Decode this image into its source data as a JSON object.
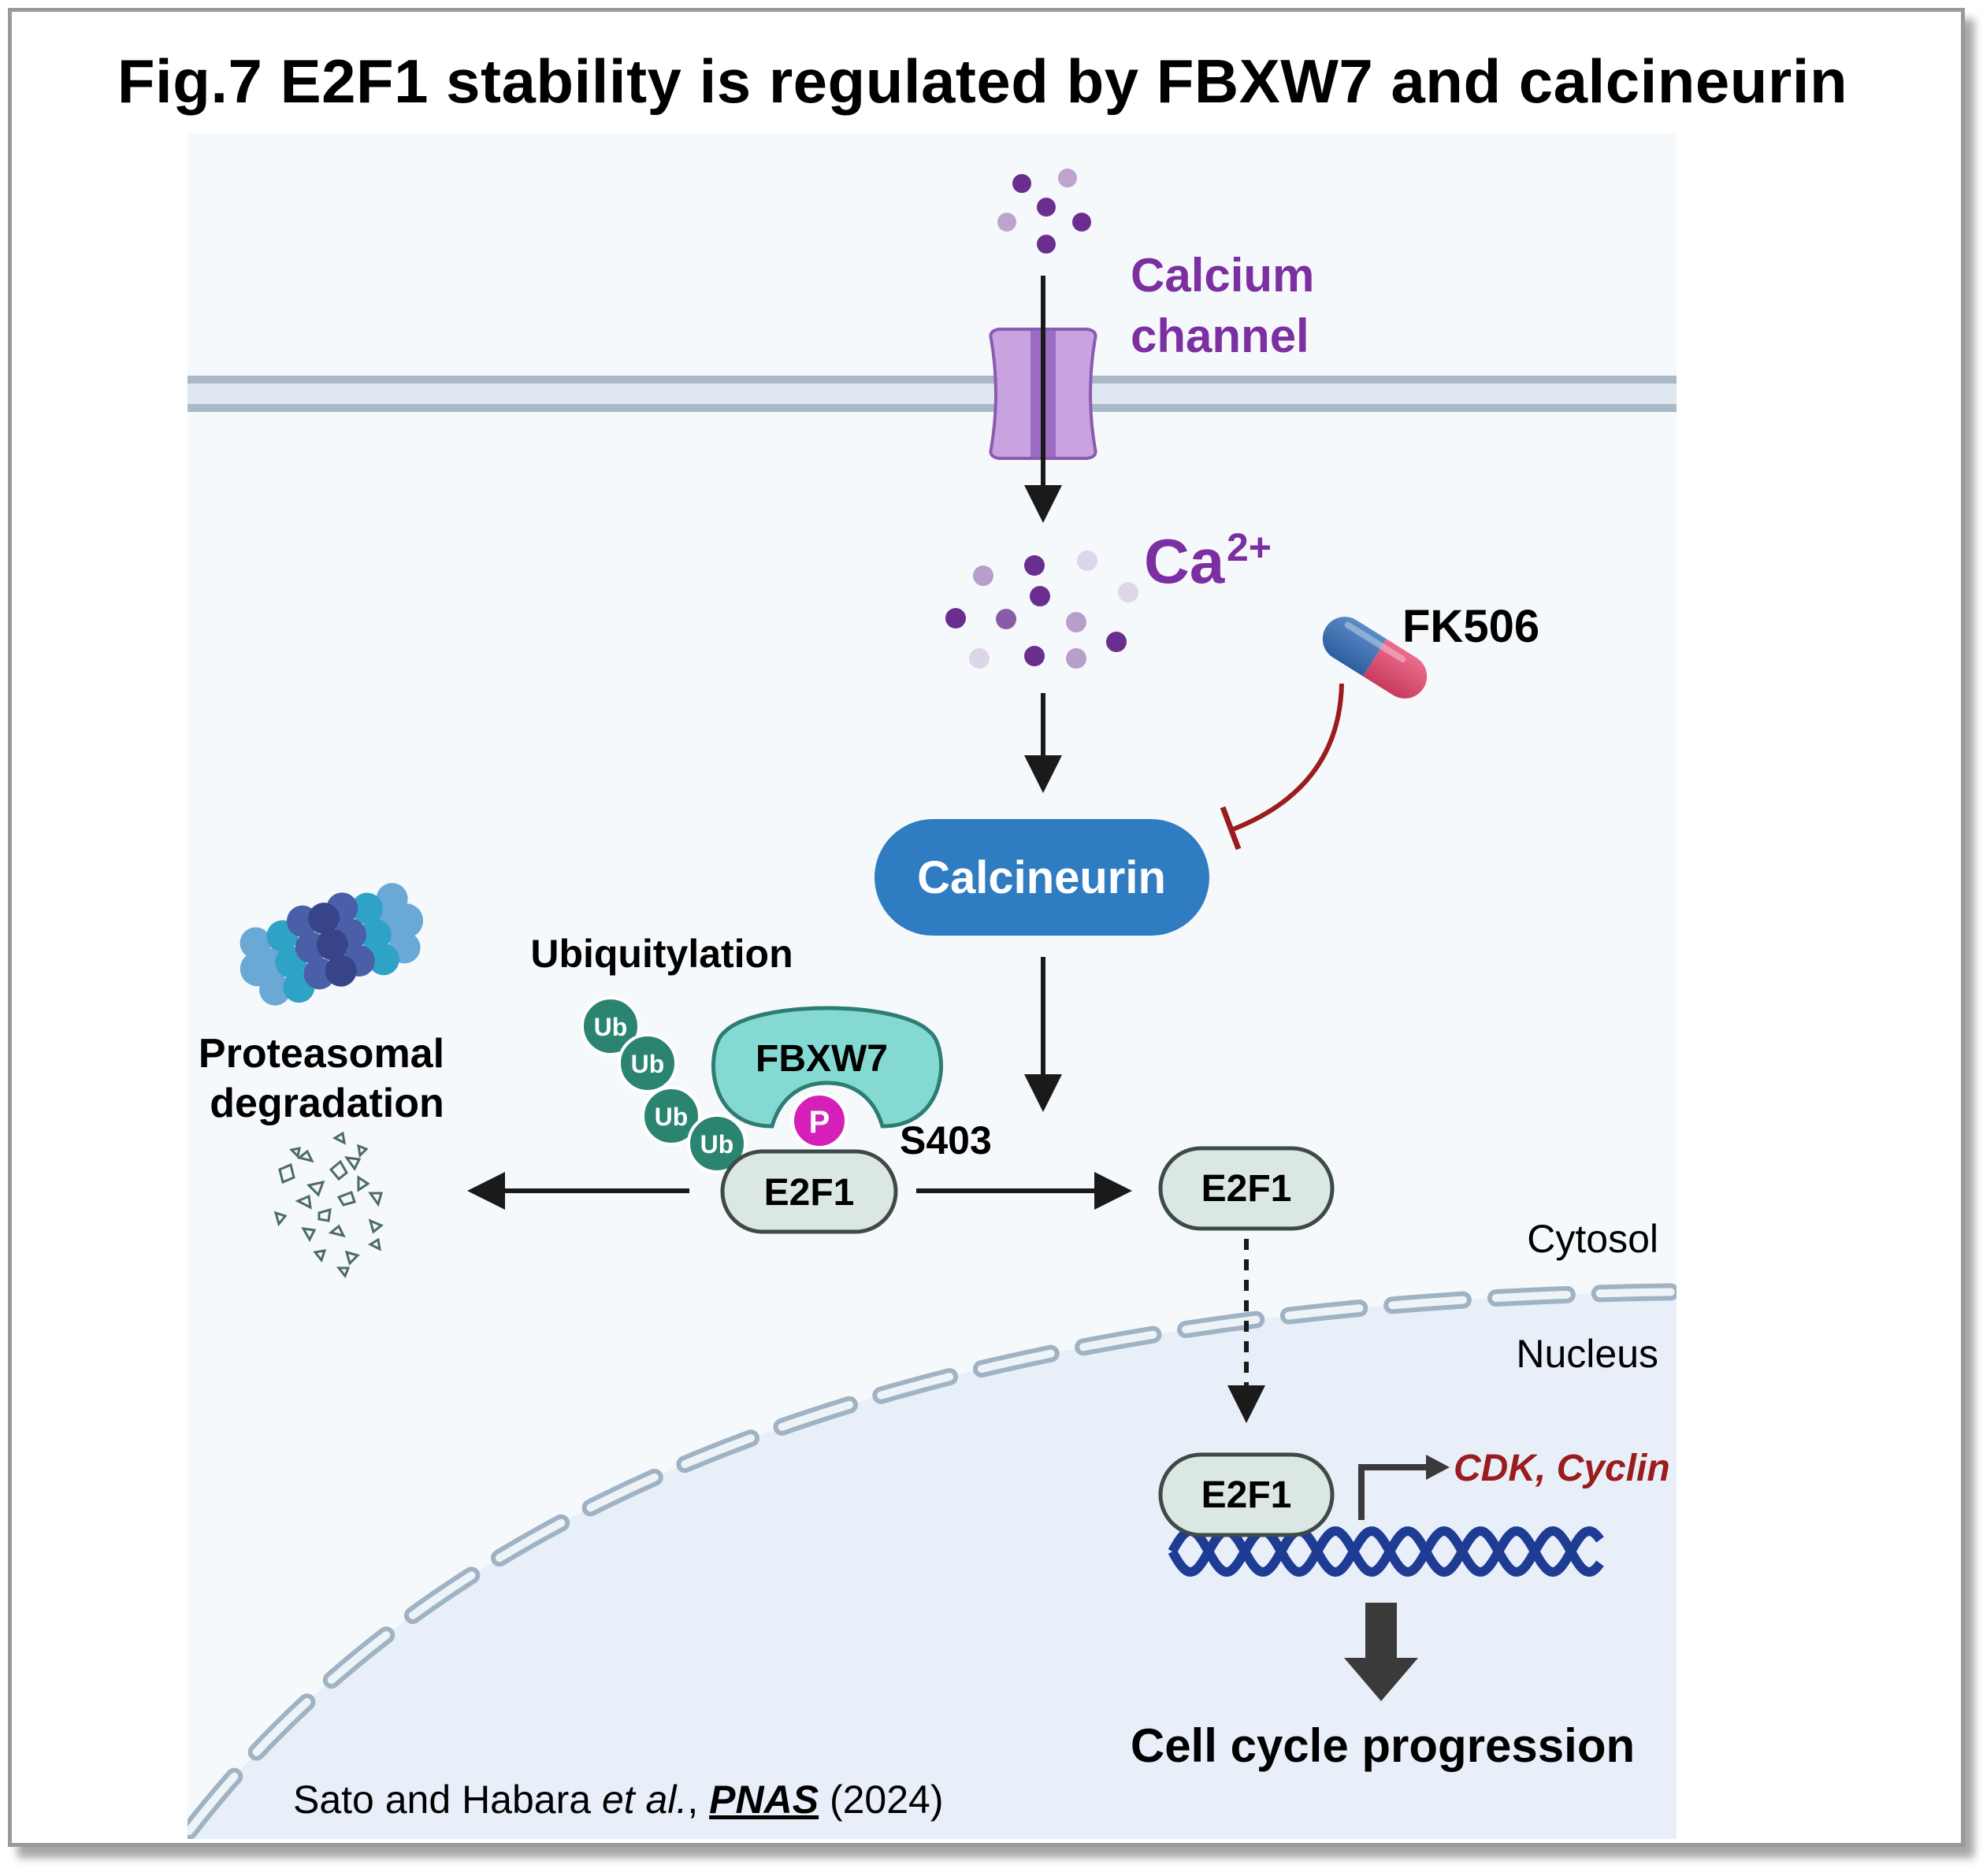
{
  "title": "Fig.7 E2F1 stability is regulated by FBXW7 and calcineurin",
  "labels": {
    "calcium_channel_line1": "Calcium",
    "calcium_channel_line2": "channel",
    "ca_ion": "Ca",
    "ca_charge": "2+",
    "drug": "FK506",
    "calcineurin": "Calcineurin",
    "ubiquitylation": "Ubiquitylation",
    "ub": "Ub",
    "fbxw7": "FBXW7",
    "phospho": "P",
    "site": "S403",
    "e2f1": "E2F1",
    "proteasomal_line1": "Proteasomal",
    "proteasomal_line2": "degradation",
    "cytosol": "Cytosol",
    "nucleus": "Nucleus",
    "target_genes": "CDK, Cyclin",
    "outcome": "Cell cycle progression"
  },
  "citation": {
    "authors": "Sato and Habara ",
    "etal": "et al.",
    "sep": ", ",
    "journal": "PNAS",
    "year": " (2024)"
  },
  "colors": {
    "purple": "#7b2fa0",
    "calcineurin": "#2f7cc2",
    "fbxw7": "#84dad3",
    "e2f1": "#dbe7e3",
    "ub": "#2a8470",
    "phospho": "#d61fb8",
    "inhibit": "#9b1c1c",
    "dna": "#1f3c95",
    "membrane": "#b5c5d3",
    "cell_bg": "#f6f9fc",
    "nucleus_bg": "#e8eff9"
  }
}
